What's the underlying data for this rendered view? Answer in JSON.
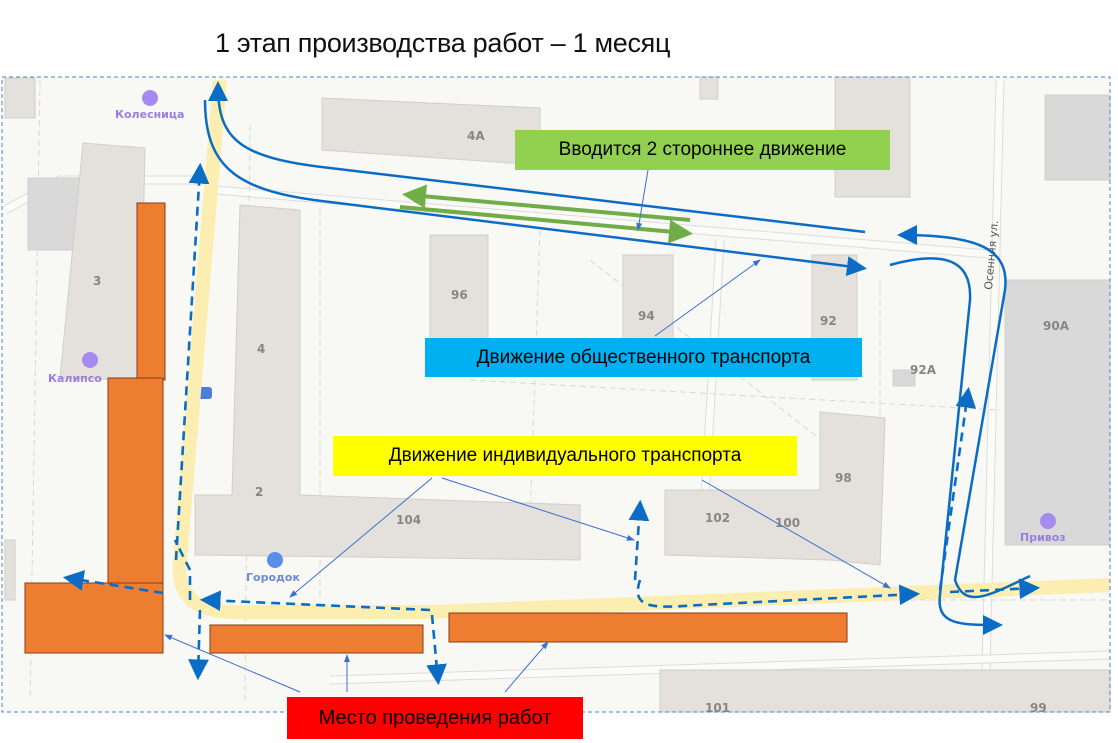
{
  "title": "1 этап производства работ – 1 месяц",
  "labels": {
    "two_way": "Вводится 2 стороннее движение",
    "public_transport": "Движение общественного транспорта",
    "private_transport": "Движение индивидуального транспорта",
    "work_site": "Место проведения работ"
  },
  "colors": {
    "two_way": "#92d050",
    "public_transport": "#00b0f0",
    "private_transport": "#ffff00",
    "work_site": "#ff0000",
    "work_zone": "#ed7d31",
    "route": "#0a6cc4"
  },
  "map": {
    "pois": [
      "Колесница",
      "Калипсо",
      "Городок",
      "Привоз"
    ],
    "street": "Осенняя ул.",
    "buildings": [
      "4А",
      "3",
      "96",
      "94",
      "92",
      "92А",
      "90А",
      "4",
      "2",
      "104",
      "102",
      "100",
      "98",
      "101",
      "99"
    ]
  }
}
